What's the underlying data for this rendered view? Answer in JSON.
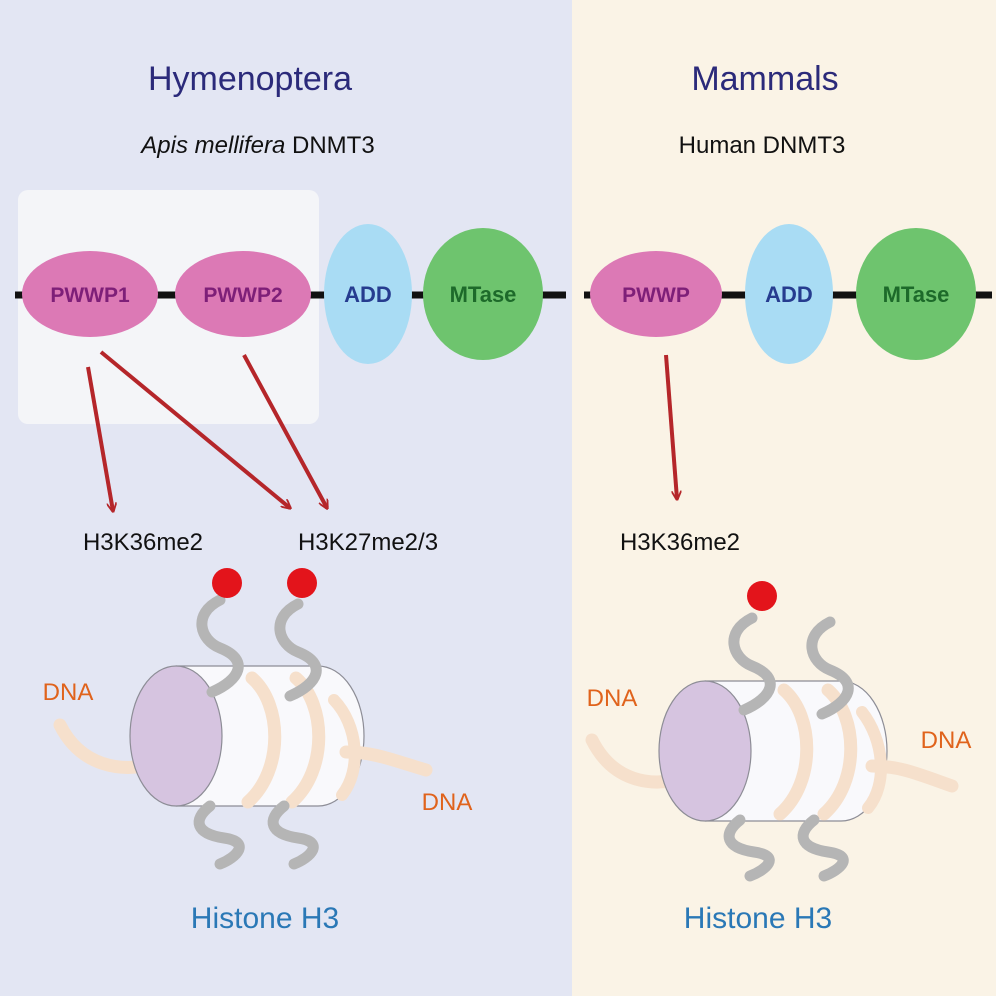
{
  "colors": {
    "left_bg": "#e3e6f3",
    "right_bg": "#faf3e6",
    "highlight_box": "#f4f5f8",
    "group_title": "#2b2a7a",
    "pwwp": "#dc79b5",
    "pwwp_text": "#7e1f78",
    "add": "#a9dcf4",
    "add_text": "#263c8f",
    "mtase": "#6ec46e",
    "mtase_text": "#1d6a2a",
    "arrow": "#b5262a",
    "dna_label": "#e0631c",
    "histone_label": "#2a78b6",
    "mark_dot": "#e3141b",
    "tail": "#b5b5b5",
    "nuc_face": "#d6c4e0",
    "dna_strand": "#f6e0cc"
  },
  "left": {
    "group_title": "Hymenoptera",
    "species_italic": "Apis mellifera",
    "protein": " DNMT3",
    "domains": {
      "pwwp1": "PWWP1",
      "pwwp2": "PWWP2",
      "add": "ADD",
      "mtase": "MTase"
    },
    "marks": {
      "m1": "H3K36me2",
      "m2": "H3K27me2/3"
    },
    "dna_left": "DNA",
    "dna_right": "DNA",
    "histone": "Histone H3"
  },
  "right": {
    "group_title": "Mammals",
    "protein": "Human DNMT3",
    "domains": {
      "pwwp": "PWWP",
      "add": "ADD",
      "mtase": "MTase"
    },
    "marks": {
      "m1": "H3K36me2"
    },
    "dna_left": "DNA",
    "dna_right": "DNA",
    "histone": "Histone H3"
  }
}
